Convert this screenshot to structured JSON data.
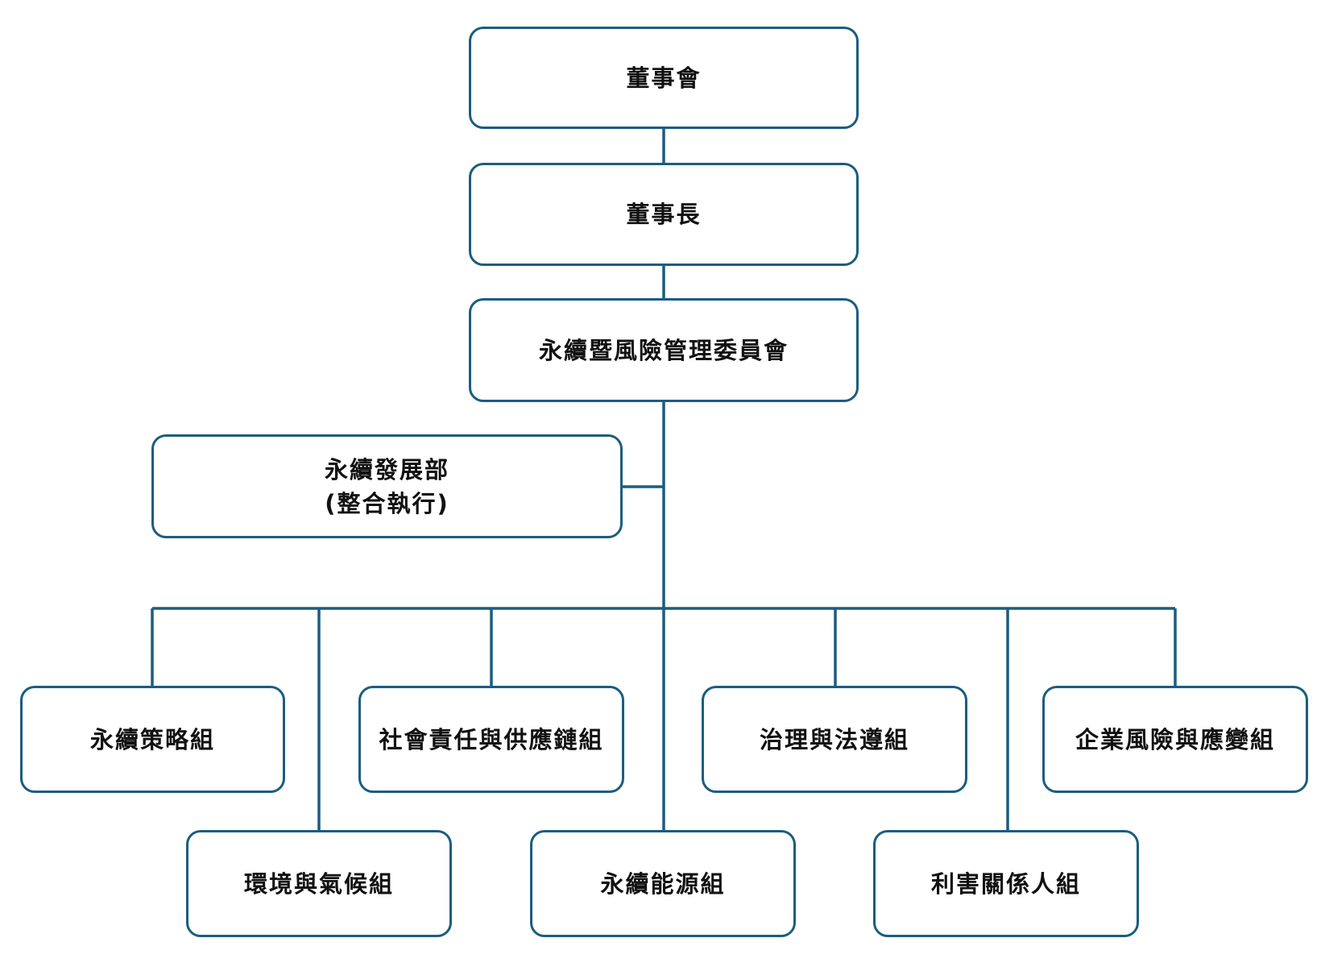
{
  "org_chart": {
    "board": "董事會",
    "chairman": "董事長",
    "committee": "永續暨風險管理委員會",
    "sustainability_dept": "永續發展部\n(整合執行)",
    "groups": {
      "sustainability_strategy": "永續策略組",
      "environment_climate": "環境與氣候組",
      "social_supply_chain": "社會責任與供應鏈組",
      "sustainable_energy": "永續能源組",
      "governance_compliance": "治理與法遵組",
      "stakeholders": "利害關係人組",
      "enterprise_risk": "企業風險與應變組"
    }
  },
  "colors": {
    "line": "#1b5d7f",
    "text": "#111111"
  }
}
